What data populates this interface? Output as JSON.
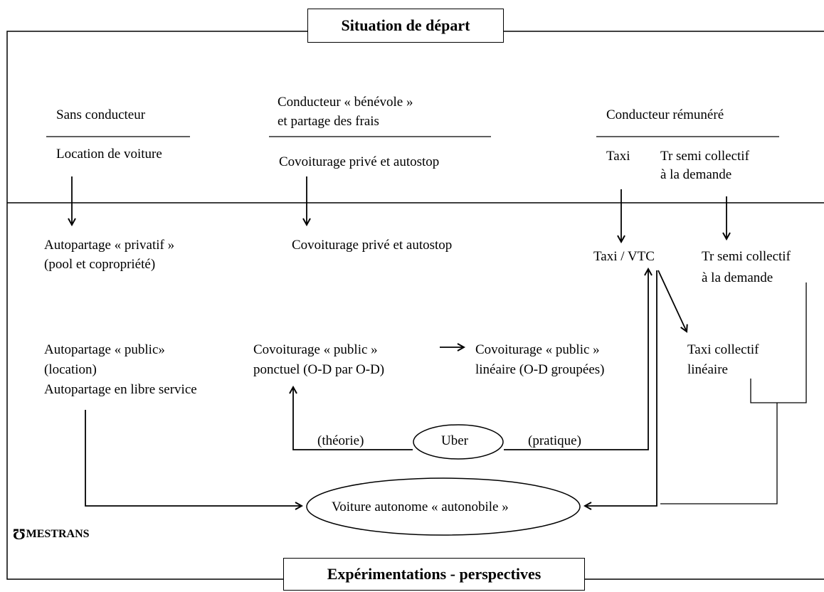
{
  "header": {
    "title": "Situation de départ"
  },
  "footer": {
    "title": "Expérimentations - perspectives"
  },
  "logo": {
    "text": "MESTRANS",
    "mark": "Ʊ"
  },
  "top": {
    "col1": {
      "heading": "Sans conducteur",
      "item": "Location de voiture"
    },
    "col2": {
      "heading_line1": "Conducteur « bénévole »",
      "heading_line2": " et partage des frais",
      "item": "Covoiturage privé et autostop"
    },
    "col3": {
      "heading": "Conducteur rémunéré",
      "item_a": "Taxi",
      "item_b_line1": "Tr semi collectif",
      "item_b_line2": "à la demande"
    }
  },
  "bottom": {
    "autopartage_privatif_line1": "Autopartage « privatif »",
    "autopartage_privatif_line2": "(pool et copropriété)",
    "covoiturage_prive": "Covoiturage privé et autostop",
    "taxi_vtc": "Taxi / VTC",
    "tr_semi_line1": "Tr semi collectif",
    "tr_semi_line2": "à la demande",
    "autopartage_public_line1": "Autopartage « public»",
    "autopartage_public_line2": "(location)",
    "autopartage_public_line3": "Autopartage en libre service",
    "covoit_ponctuel_line1": "Covoiturage « public »",
    "covoit_ponctuel_line2": "ponctuel (O-D par O-D)",
    "covoit_lineaire_line1": "Covoiturage « public »",
    "covoit_lineaire_line2": "linéaire (O-D groupées)",
    "taxi_collectif_line1": "Taxi collectif",
    "taxi_collectif_line2": "linéaire",
    "theorie": "(théorie)",
    "pratique": "(pratique)",
    "uber": "Uber",
    "voiture_autonome": "Voiture autonome « autonobile »"
  }
}
